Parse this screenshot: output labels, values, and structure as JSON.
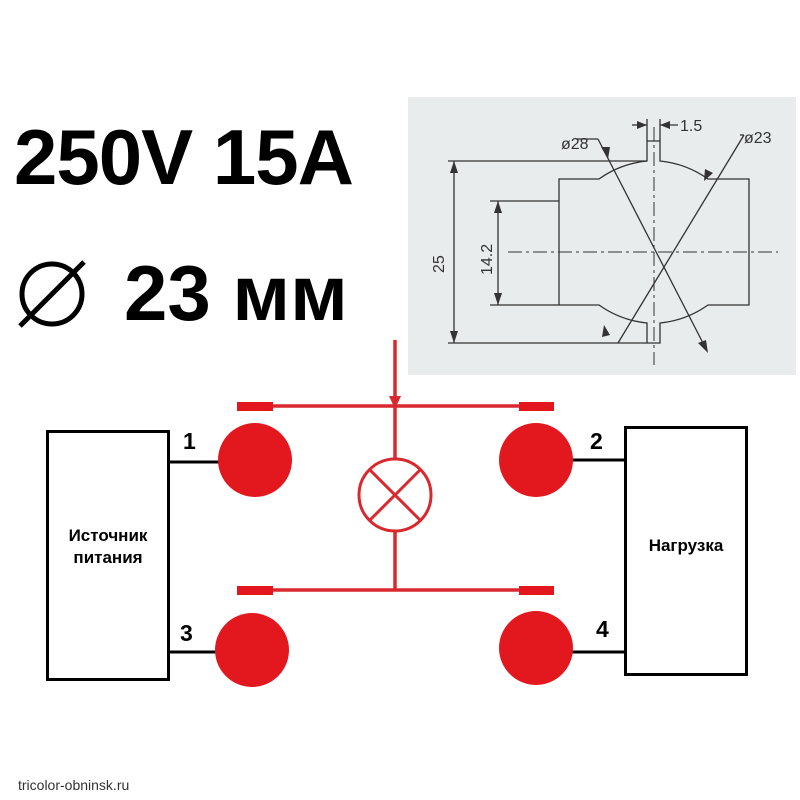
{
  "rating": {
    "text": "250V 15A"
  },
  "diameter": {
    "text": "23 мм"
  },
  "drawing": {
    "dim_d28": "ø28",
    "dim_d23": "ø23",
    "dim_1_5": "1.5",
    "dim_25": "25",
    "dim_14_2": "14.2"
  },
  "circuit": {
    "source_label": "Источник\nпитания",
    "load_label": "Нагрузка",
    "pins": [
      "1",
      "2",
      "3",
      "4"
    ],
    "contact_color": "#e3181e",
    "wire_color_switch": "#d9292e",
    "wire_color_external": "#000000"
  },
  "footer": {
    "watermark": "tricolor-obninsk.ru"
  }
}
